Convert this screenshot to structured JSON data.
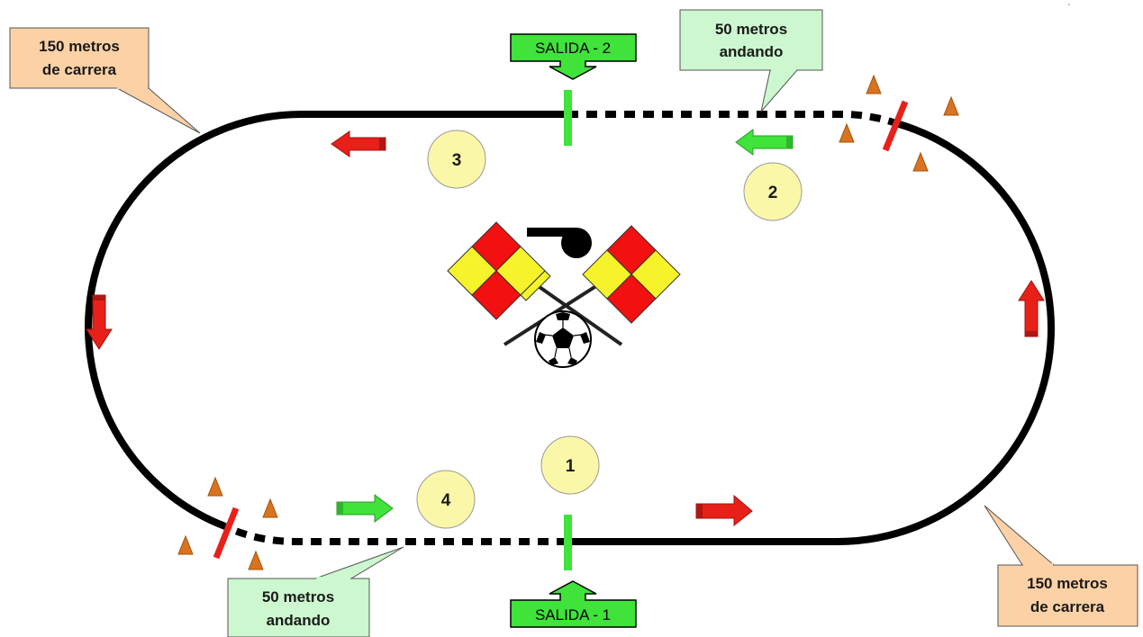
{
  "callouts": {
    "run_top_left": {
      "line1": "150 metros",
      "line2": "de carrera"
    },
    "walk_top_right": {
      "line1": "50 metros",
      "line2": "andando"
    },
    "walk_bottom_left": {
      "line1": "50 metros",
      "line2": "andando"
    },
    "run_bottom_right": {
      "line1": "150 metros",
      "line2": "de carrera"
    }
  },
  "starts": {
    "top": "SALIDA - 2",
    "bottom": "SALIDA - 1"
  },
  "positions": {
    "p1": "1",
    "p2": "2",
    "p3": "3",
    "p4": "4"
  },
  "colors": {
    "track": "#000000",
    "run_arrow": "#e8201a",
    "walk_arrow": "#3fe33a",
    "start_line": "#3fe33a",
    "zone_line": "#e8201a",
    "cone": "#d9731f",
    "run_callout_fill": "#fcd1a6",
    "walk_callout_fill": "#ccf7cf",
    "number_circle": "#fbf7a8",
    "flag_red": "#f21010",
    "flag_yellow": "#f7f32a"
  },
  "icons": [
    "whistle-icon",
    "flag-icon",
    "soccer-ball-icon",
    "cone-icon",
    "arrow-icon"
  ]
}
